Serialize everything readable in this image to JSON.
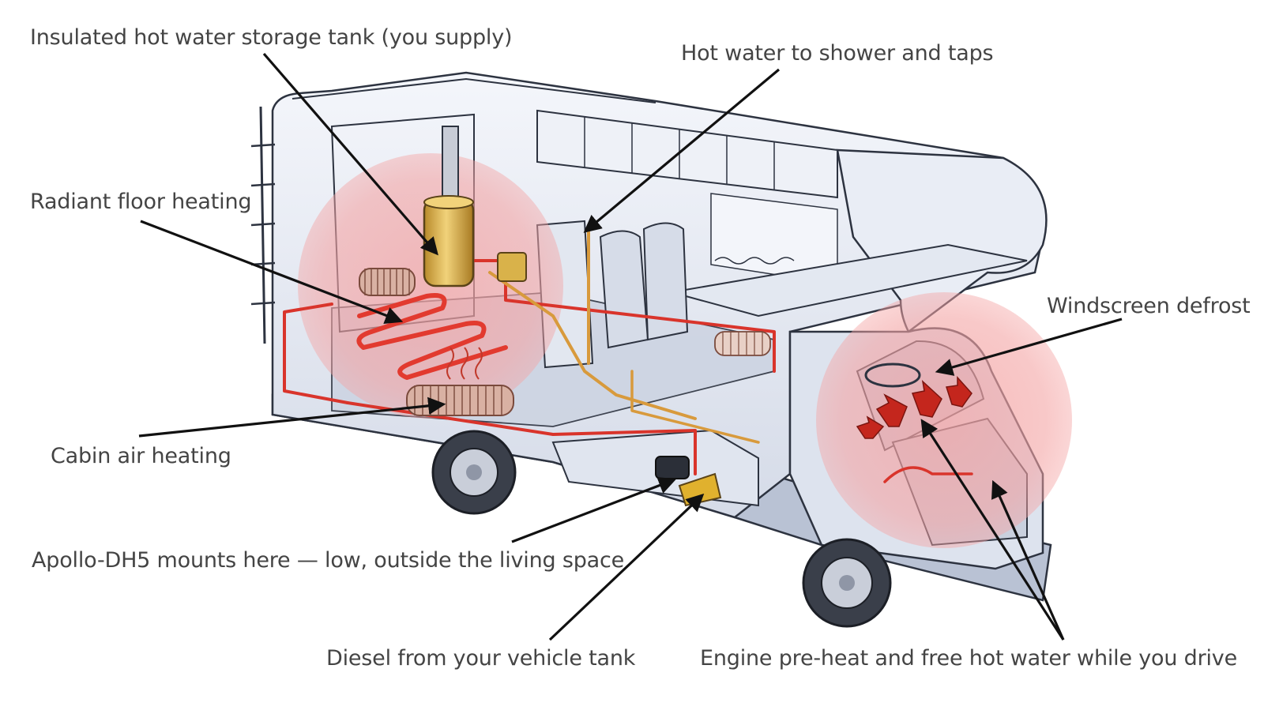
{
  "callouts": {
    "tank": "Insulated hot water storage tank (you supply)",
    "shower": "Hot water to shower and taps",
    "floor": "Radiant floor heating",
    "windscreen": "Windscreen defrost",
    "cabin": "Cabin air heating",
    "apollo": "Apollo-DH5 mounts here — low, outside the living space",
    "diesel": "Diesel from your vehicle tank",
    "engine": "Engine pre-heat and free hot water while you drive"
  },
  "colors": {
    "heat_zone": "#f4a4a4",
    "body": "#e6ebf4",
    "outline": "#2d3340",
    "hot_pipe": "#d9342b",
    "warm_pipe": "#d89a3c",
    "tank": "#d9b24a",
    "text": "#444444"
  }
}
